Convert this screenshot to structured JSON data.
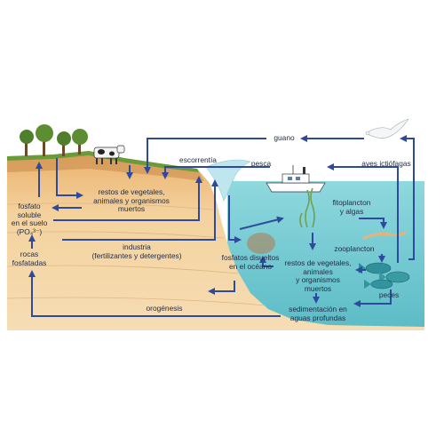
{
  "labels": {
    "fosfato_soluble": "fosfato\nsoluble\nen el suelo\n(PO₄³⁻)",
    "rocas_fosfatadas": "rocas\nfosfatadas",
    "restos_tierra": "restos de vegetales,\nanimales y organismos\nmuertos",
    "escorrentia": "escorrentía",
    "industria": "industria\n(fertilizantes y detergentes)",
    "guano": "guano",
    "pesca": "pesca",
    "aves": "aves ictiófagas",
    "fitoplancton": "fitoplancton\ny algas",
    "zooplancton": "zooplancton",
    "fosfatos_disueltos": "fosfatos disueltos\nen el océano",
    "restos_mar": "restos de vegetales,\nanimales\ny organismos\nmuertos",
    "peces": "peces",
    "orogenesis": "orogénesis",
    "sedimentacion": "sedimentación en\naguas profundas"
  },
  "colors": {
    "arrow": "#2e4a9c",
    "sea": "#7fcfd6",
    "sea_deep": "#5cbcc6",
    "soil": "#f2c98f",
    "soil_dark": "#c98a4a",
    "grass": "#6a9a3a"
  }
}
